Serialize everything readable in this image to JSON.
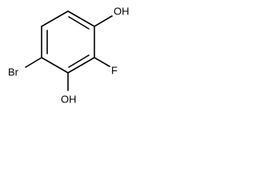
{
  "molecule": {
    "atoms": {
      "oh_top": "OH",
      "f": "F",
      "oh_bottom": "OH",
      "br": "Br"
    }
  }
}
